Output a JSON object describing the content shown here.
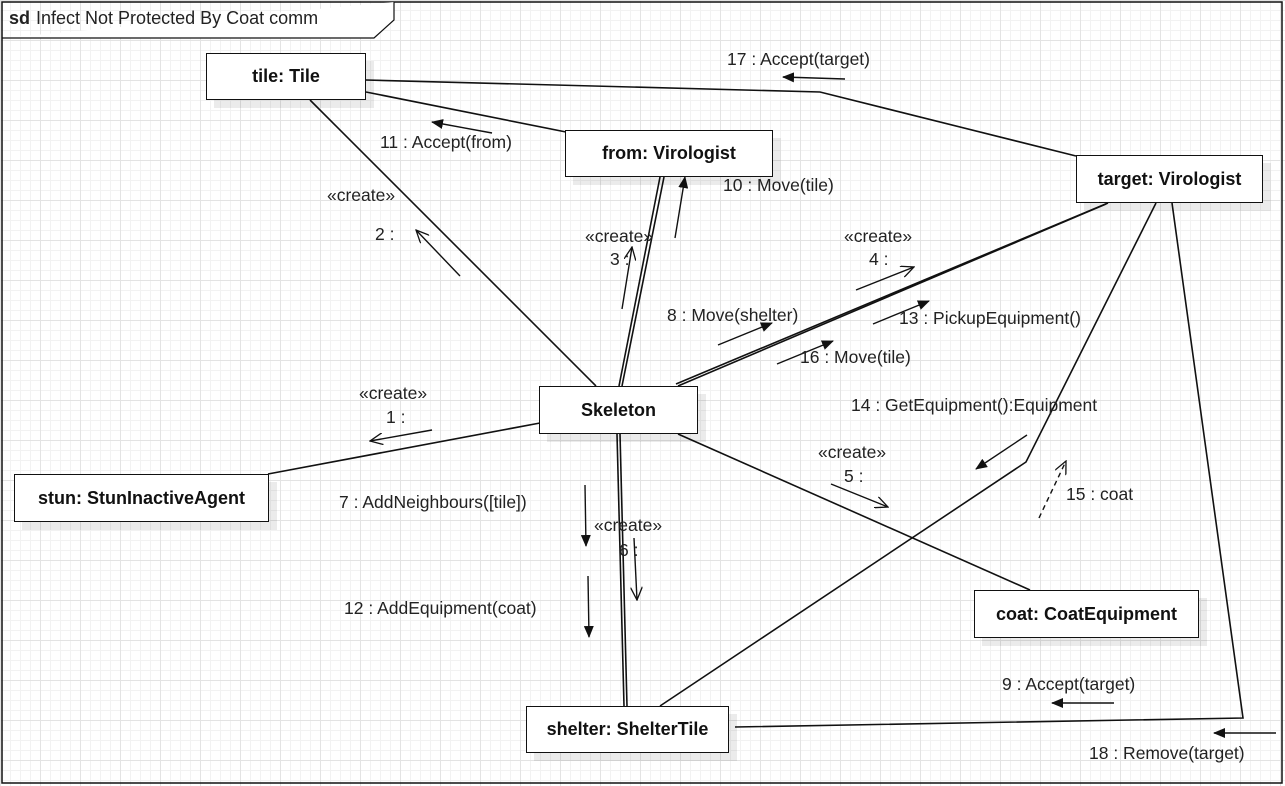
{
  "frame": {
    "keyword": "sd",
    "title": "Infect Not Protected By Coat comm"
  },
  "lifelines": {
    "tile": "tile: Tile",
    "from": "from: Virologist",
    "target": "target: Virologist",
    "skeleton": "Skeleton",
    "stun": "stun: StunInactiveAgent",
    "coat": "coat: CoatEquipment",
    "shelter": "shelter: ShelterTile"
  },
  "messages": {
    "m1_stereo": "«create»",
    "m1": "1 :",
    "m2_stereo": "«create»",
    "m2": "2 :",
    "m3_stereo": "«create»",
    "m3": "3 :",
    "m4_stereo": "«create»",
    "m4": "4 :",
    "m5_stereo": "«create»",
    "m5": "5 :",
    "m6_stereo": "«create»",
    "m6": "6 :",
    "m7": "7 : AddNeighbours([tile])",
    "m8": "8 : Move(shelter)",
    "m9": "9 : Accept(target)",
    "m10": "10 : Move(tile)",
    "m11": "11 : Accept(from)",
    "m12": "12 : AddEquipment(coat)",
    "m13": "13 : PickupEquipment()",
    "m14": "14 : GetEquipment():Equipment",
    "m15": "15 : coat",
    "m16": "16 : Move(tile)",
    "m17": "17 : Accept(target)",
    "m18": "18 : Remove(target)"
  }
}
